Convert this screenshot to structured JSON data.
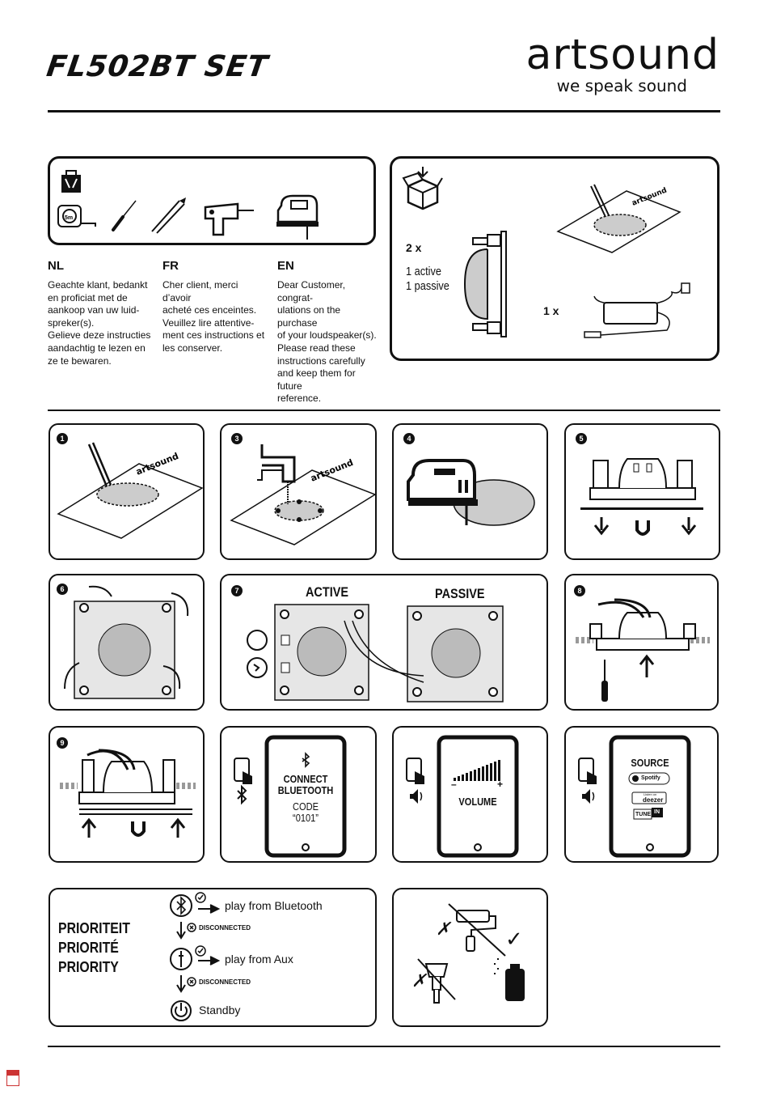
{
  "header": {
    "title": "FL502BT SET",
    "brand": "artsound",
    "tagline": "we speak sound"
  },
  "intro": {
    "nl": {
      "code": "NL",
      "text": "Geachte klant, bedankt\nen proficiat met de\naankoop van uw luid-\nspreker(s).\nGelieve deze instructies\naandachtig te lezen en\nze te bewaren."
    },
    "fr": {
      "code": "FR",
      "text": "Cher client, merci d’avoir\nacheté ces enceintes.\nVeuillez lire attentive-\nment ces instructions et\nles conserver."
    },
    "en": {
      "code": "EN",
      "text": "Dear Customer, congrat-\nulations on the purchase\nof your loudspeaker(s).\nPlease read these\ninstructions carefully\nand keep them for future\nreference."
    }
  },
  "tools": {
    "icons": [
      "toolbox-icon",
      "tape-measure-icon",
      "screwdriver-icon",
      "pencil-icon",
      "drill-icon",
      "jigsaw-icon"
    ],
    "tape_label": "5m"
  },
  "box_contents": {
    "speaker_qty": "2 x",
    "speaker_active": "1 active",
    "speaker_passive": "1 passive",
    "adapter_qty": "1 x",
    "template_brand": "artsound"
  },
  "steps": {
    "s1": "1",
    "s3": "3",
    "s4": "4",
    "s5": "5",
    "s6": "6",
    "s7": "7",
    "s8": "8",
    "s9": "9",
    "active_label": "ACTIVE",
    "passive_label": "PASSIVE"
  },
  "tablets": {
    "bluetooth": {
      "line1": "CONNECT",
      "line2": "BLUETOOTH",
      "code_label": "CODE",
      "code": "“0101”"
    },
    "volume": {
      "label": "VOLUME",
      "minus": "–",
      "plus": "+"
    },
    "source": {
      "label": "SOURCE",
      "spotify": "Spotify",
      "deezer_small": "Listen on",
      "deezer": "deezer",
      "tunein_a": "TUNE",
      "tunein_b": "IN"
    }
  },
  "priority": {
    "labels": [
      "PRIORITEIT",
      "PRIORITÉ",
      "PRIORITY"
    ],
    "bluetooth": "play from Bluetooth",
    "disconnected1": "DISCONNECTED",
    "aux": "play from Aux",
    "disconnected2": "DISCONNECTED",
    "standby": "Standby"
  },
  "paint": {
    "cross1": "✗",
    "cross2": "✗",
    "check": "✓"
  }
}
